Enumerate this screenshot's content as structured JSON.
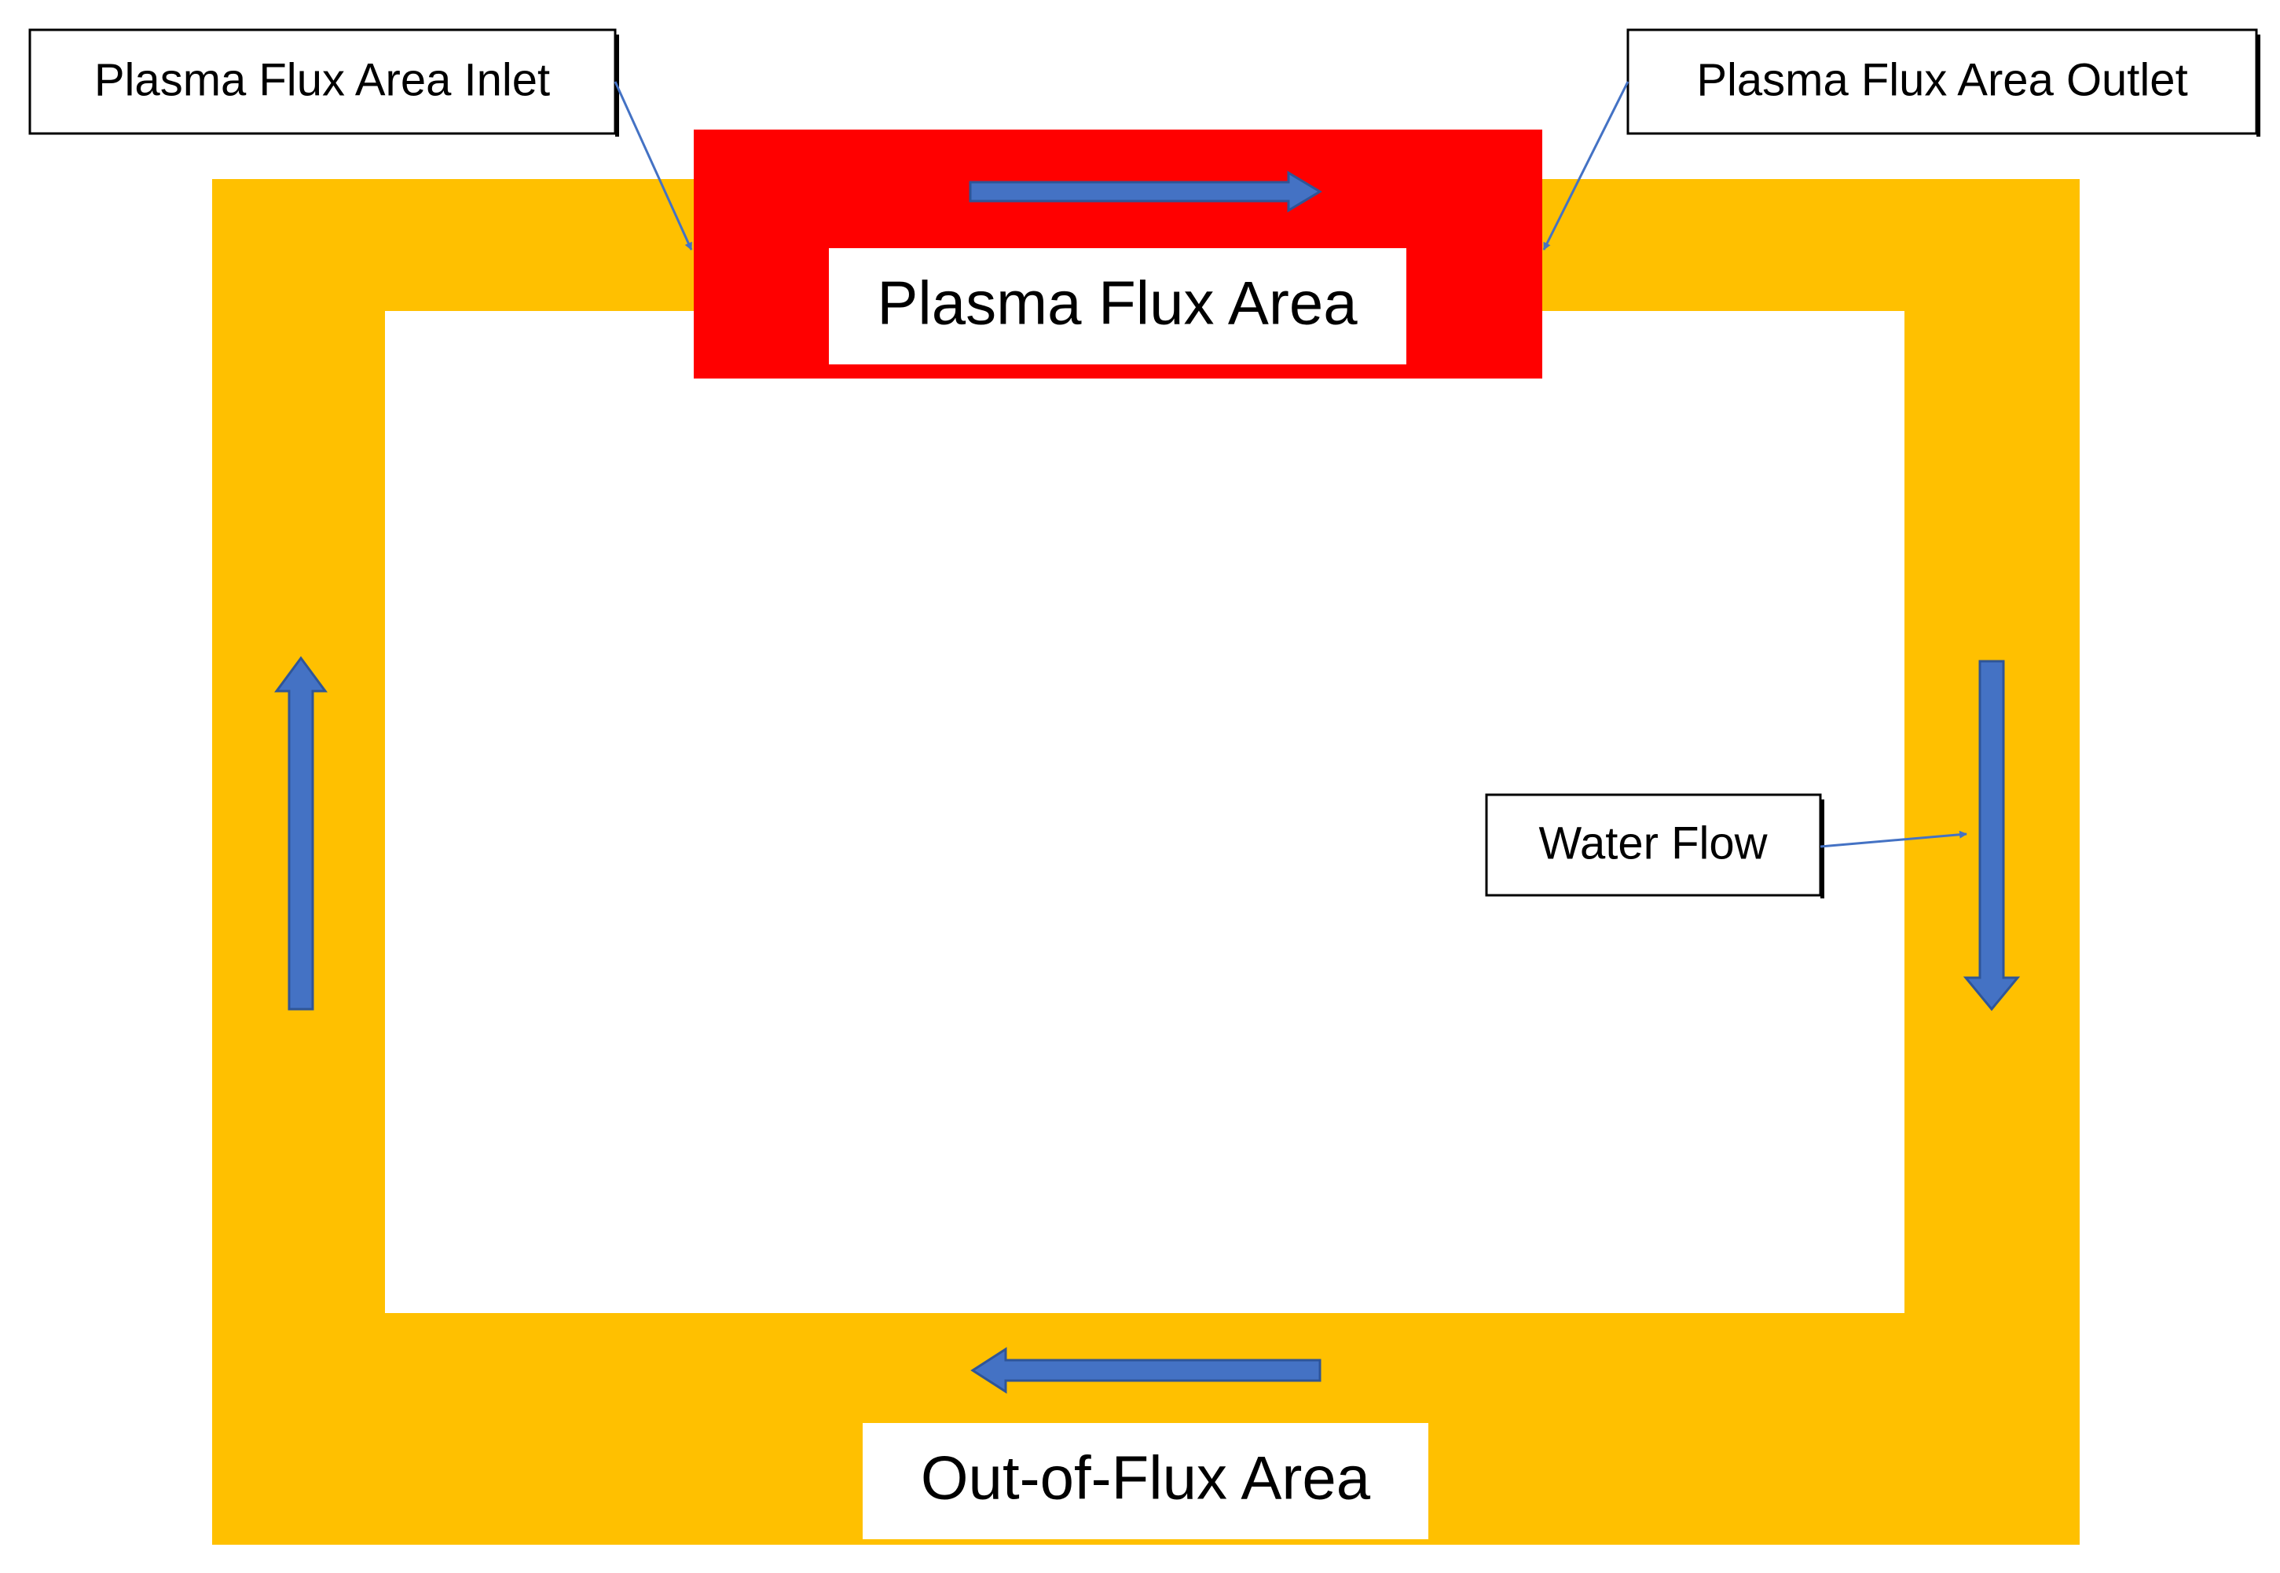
{
  "labels": {
    "inlet": "Plasma Flux Area Inlet",
    "outlet": "Plasma Flux Area Outlet",
    "plasma_area": "Plasma Flux Area",
    "out_of_flux_area": "Out-of-Flux Area",
    "water_flow": "Water Flow"
  },
  "colors": {
    "loop": "#FFC000",
    "plasma": "#FF0000",
    "arrow": "#4472C4",
    "arrow_outline": "#2F5597",
    "callout_line": "#4472C4",
    "box_border": "#000000",
    "background": "#FFFFFF"
  },
  "flow_direction": [
    "right",
    "down",
    "left",
    "up"
  ]
}
